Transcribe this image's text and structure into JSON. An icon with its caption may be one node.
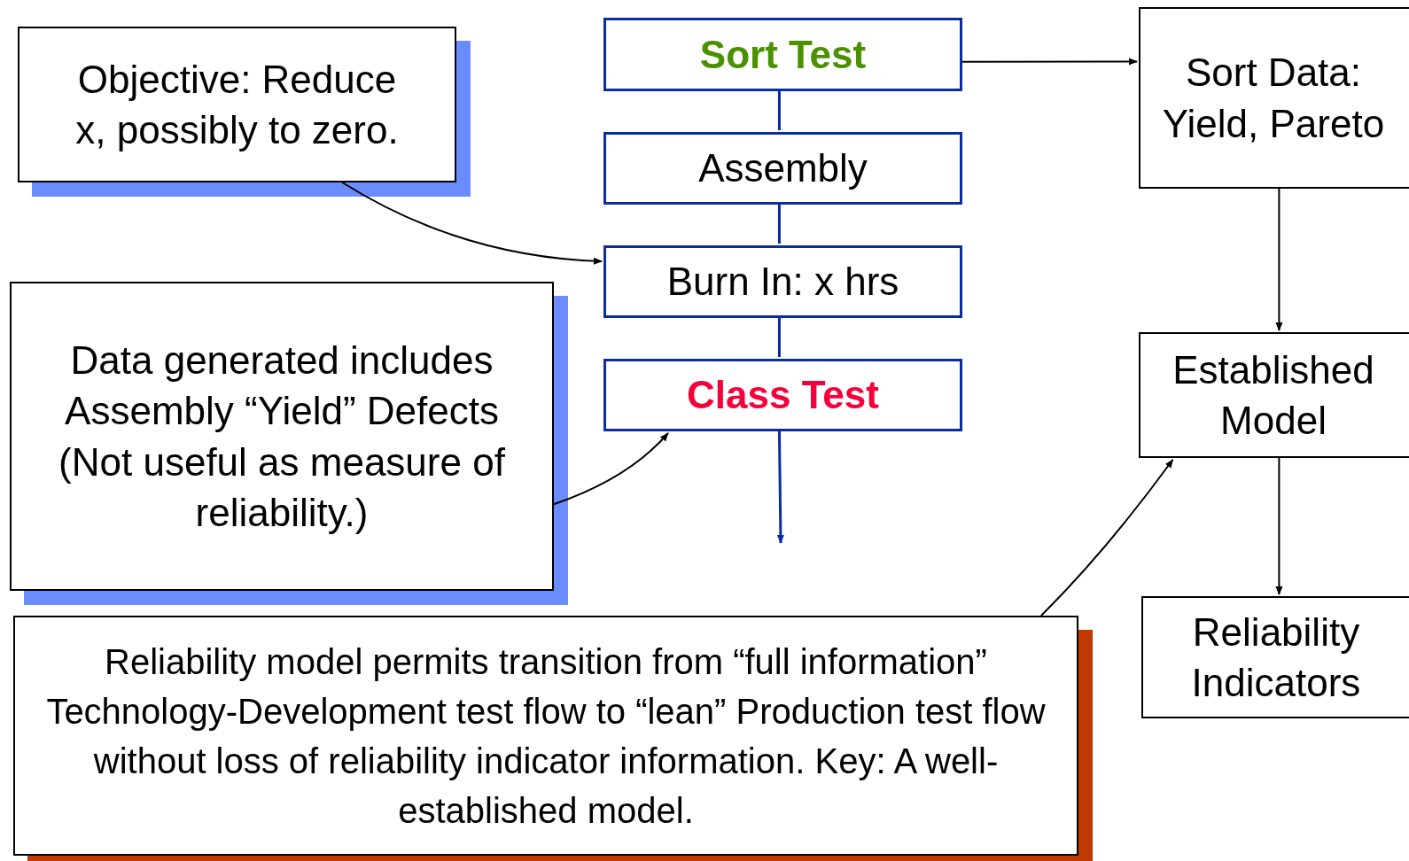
{
  "diagram": {
    "nodes": [
      {
        "text": [
          "Objective: Reduce x, possibly to zero."
        ]
      },
      {
        "text": [
          "Sort Test"
        ]
      },
      {
        "text": [
          "Assembly"
        ]
      },
      {
        "text": [
          "Burn In: x hrs"
        ]
      },
      {
        "text": [
          "Class Test"
        ]
      },
      {
        "text": [
          "Data generated includes Assembly “Yield” Defects (Not useful as measure of reliability.)"
        ]
      },
      {
        "text": [
          "Sort Data: Yield, Pareto"
        ]
      },
      {
        "text": [
          "Established Model"
        ]
      },
      {
        "text": [
          "Reliability Indicators"
        ]
      },
      {
        "text": [
          "Reliability model permits transition from “full information” Technology-Development test flow to “lean” Production test flow without loss of reliability indicator information.  Key: A well-established model."
        ]
      }
    ],
    "edges": [
      {
        "from": 1,
        "to": 6,
        "arrow": "to"
      },
      {
        "from": 1,
        "to": 2,
        "arrow": "none",
        "color": "#0b2ca0"
      },
      {
        "from": 2,
        "to": 3,
        "arrow": "none",
        "color": "#0b2ca0"
      },
      {
        "from": 3,
        "to": 4,
        "arrow": "none",
        "color": "#0b2ca0"
      },
      {
        "from": 4,
        "to": null,
        "arrow": "to",
        "color": "#0b2ca0"
      },
      {
        "from": 0,
        "to": 3,
        "arrow": "to"
      },
      {
        "from": 5,
        "to": 4,
        "arrow": "to"
      },
      {
        "from": 6,
        "to": 7,
        "arrow": "to"
      },
      {
        "from": 7,
        "to": 8,
        "arrow": "to"
      },
      {
        "from": 9,
        "to": 7,
        "arrow": "to"
      }
    ]
  }
}
